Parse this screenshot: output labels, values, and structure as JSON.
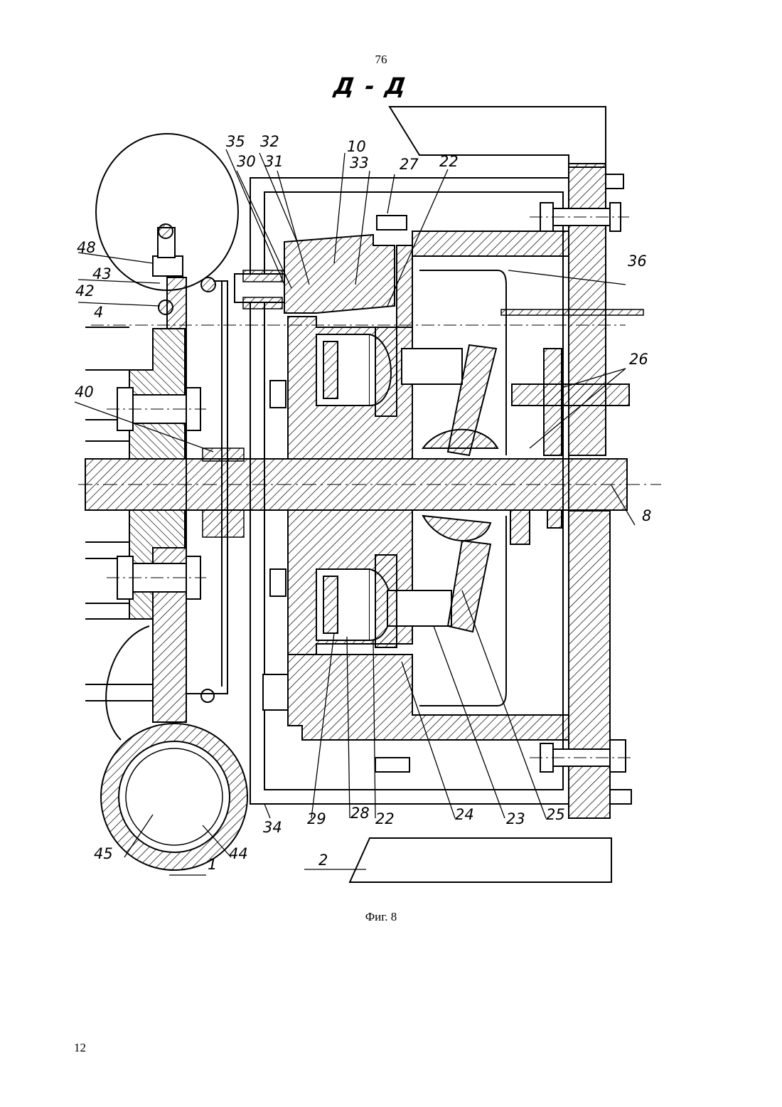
{
  "page_number_top": "76",
  "section_title": "Д - Д",
  "caption": "Фиг. 8",
  "page_number_bottom": "12",
  "labels": {
    "l35": "35",
    "l32": "32",
    "l10": "10",
    "l30": "30",
    "l31": "31",
    "l33": "33",
    "l27": "27",
    "l22a": "22",
    "l48": "48",
    "l43": "43",
    "l42": "42",
    "l4": "4",
    "l36": "36",
    "l26": "26",
    "l40": "40",
    "l8": "8",
    "l34": "34",
    "l29": "29",
    "l28": "28",
    "l22b": "22",
    "l24": "24",
    "l23": "23",
    "l25": "25",
    "l45": "45",
    "l44": "44",
    "l1": "1",
    "l2": "2"
  }
}
